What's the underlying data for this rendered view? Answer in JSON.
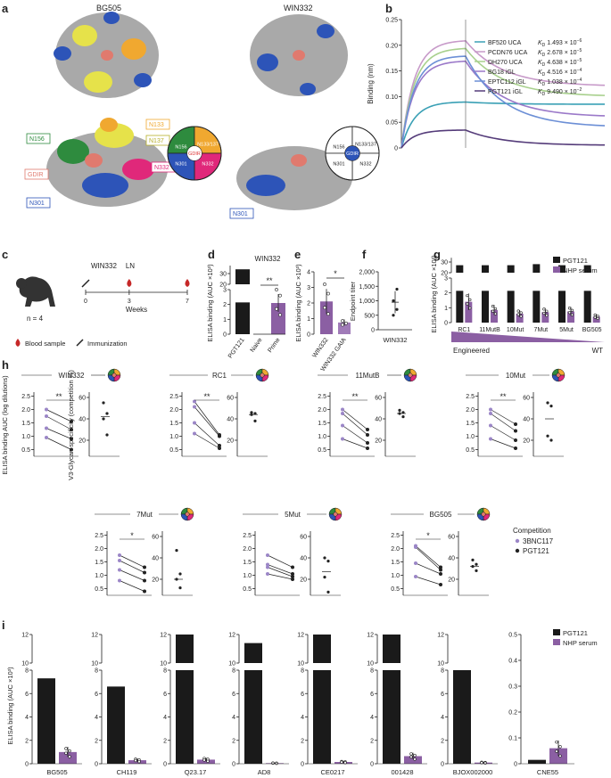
{
  "colors": {
    "black": "#1a1a1a",
    "purple": "#8b5fa3",
    "purple_light": "#a07bb8",
    "dot_light": "#9b86c7",
    "surface": "#a9a9a9",
    "n156_green": "#2e8b3e",
    "n137_yellow": "#e6e24a",
    "n133_orange": "#f0a830",
    "n332_pink": "#e0287a",
    "n301_blue": "#2d54b8",
    "gdir_red": "#e07a6e"
  },
  "panels": {
    "a": {
      "letter": "a",
      "left_title": "BG505",
      "right_title": "WIN332",
      "labels": [
        "N133",
        "N137",
        "N156",
        "N332",
        "GDIR",
        "N301"
      ],
      "right_labels": [
        "N301"
      ],
      "wheel_left": [
        "N156",
        "N133/137",
        "GDIR",
        "N301",
        "N332"
      ],
      "wheel_right": [
        "N156",
        "N133/137",
        "GDIR",
        "N301",
        "N332"
      ]
    },
    "b": {
      "letter": "b",
      "legend": [
        {
          "name": "BF520 UCA",
          "kd": "1.493 × 10",
          "exp": "−6",
          "color": "#3aa0b5"
        },
        {
          "name": "PCDN76 UCA",
          "kd": "2.678 × 10",
          "exp": "−5",
          "color": "#c79ac9"
        },
        {
          "name": "DH270 UCA",
          "kd": "4.638 × 10",
          "exp": "−5",
          "color": "#a8d08d"
        },
        {
          "name": "BG18 iGL",
          "kd": "4.516 × 10",
          "exp": "−4",
          "color": "#9b79c9"
        },
        {
          "name": "EPTC112 iGL",
          "kd": "1.038 × 10",
          "exp": "−4",
          "color": "#6c8fd6"
        },
        {
          "name": "PGT121 iGL",
          "kd": "9.490 × 10",
          "exp": "−2",
          "color": "#553c7a"
        }
      ],
      "kd_prefix": "K",
      "kd_sub": "D",
      "ylabel": "Binding (nm)",
      "yticks": [
        "0",
        "0.05",
        "0.10",
        "0.15",
        "0.20",
        "0.25"
      ]
    },
    "c": {
      "letter": "c",
      "n_label": "n = 4",
      "immunogen": "WIN332",
      "ln": "LN",
      "ticks": [
        "0",
        "3",
        "7"
      ],
      "xlabel": "Weeks",
      "legend_blood": "Blood sample",
      "legend_imm": "Immunization"
    },
    "d": {
      "letter": "d",
      "title": "WIN332",
      "ylabel": "ELISA binding (AUC ×10³)",
      "categories": [
        "PGT121",
        "Naive",
        "Prime"
      ],
      "sig": "**",
      "yticks": [
        "0",
        "1",
        "2",
        "3",
        "20",
        "30"
      ]
    },
    "e": {
      "letter": "e",
      "ylabel": "ELISA binding (AUC ×10³)",
      "categories": [
        "WIN332",
        "WIN332 GAIA"
      ],
      "sig": "*",
      "yticks": [
        "0",
        "1",
        "2",
        "3",
        "4"
      ]
    },
    "f": {
      "letter": "f",
      "ylabel": "Endpoint titer",
      "category": "WIN332",
      "yticks": [
        "0",
        "500",
        "1,000",
        "1,500",
        "2,000"
      ]
    },
    "g": {
      "letter": "g",
      "ylabel": "ELISA binding (AUC ×10³)",
      "categories": [
        "RC1",
        "11MutB",
        "10Mut",
        "7Mut",
        "5Mut",
        "BG505"
      ],
      "legend": [
        "PGT121",
        "NHP serum"
      ],
      "engineered": "Engineered",
      "wt": "WT",
      "yticks": [
        "0",
        "1",
        "2",
        "3",
        "20",
        "30"
      ]
    },
    "h": {
      "letter": "h",
      "ylabel_left": "ELISA binding AUC (log dilutions)",
      "ylabel_right": "V3-Glycan specificity (competition %)",
      "legend_title": "Competition",
      "legend": [
        "3BNC117",
        "PGT121"
      ],
      "left_yticks": [
        "0.5",
        "1.0",
        "1.5",
        "2.0",
        "2.5"
      ],
      "right_yticks": [
        "20",
        "40",
        "60"
      ]
    },
    "i": {
      "letter": "i",
      "ylabel": "ELISA binding (AUC ×10³)",
      "legend": [
        "PGT121",
        "NHP serum"
      ],
      "ticks_main": [
        "0",
        "2",
        "4",
        "6",
        "8",
        "10",
        "12"
      ],
      "ticks_last": [
        "0",
        "0.1",
        "0.2",
        "0.3",
        "0.4",
        "0.5"
      ]
    }
  },
  "chart_data": [
    {
      "id": "b",
      "type": "line",
      "ylabel": "Binding (nm)",
      "ylim": [
        0,
        0.25
      ],
      "series": [
        {
          "name": "BF520 UCA",
          "plateau": 0.09,
          "end": 0.085
        },
        {
          "name": "PCDN76 UCA",
          "plateau": 0.21,
          "end": 0.12
        },
        {
          "name": "DH270 UCA",
          "plateau": 0.195,
          "end": 0.1
        },
        {
          "name": "BG18 iGL",
          "plateau": 0.17,
          "end": 0.06
        },
        {
          "name": "EPTC112 iGL",
          "plateau": 0.18,
          "end": 0.04
        },
        {
          "name": "PGT121 iGL",
          "plateau": 0.035,
          "end": 0.005
        }
      ]
    },
    {
      "id": "d",
      "type": "bar",
      "title": "WIN332",
      "categories": [
        "PGT121",
        "Naive",
        "Prime"
      ],
      "values": [
        34,
        0,
        2.1
      ],
      "errors": [
        0,
        0,
        0.6
      ],
      "points": [
        [],
        [],
        [
          3.0,
          2.6,
          1.7,
          1.3
        ]
      ],
      "ylabel": "ELISA binding (AUC ×10³)"
    },
    {
      "id": "e",
      "type": "bar",
      "categories": [
        "WIN332",
        "WIN332 GAIA"
      ],
      "values": [
        2.1,
        0.75
      ],
      "errors": [
        0.8,
        0.2
      ],
      "points": [
        [
          3.2,
          2.6,
          1.7,
          1.3
        ],
        [
          0.85,
          0.7,
          0.6
        ]
      ],
      "ylim": [
        0,
        4
      ],
      "ylabel": "ELISA binding (AUC ×10³)"
    },
    {
      "id": "f",
      "type": "scatter",
      "categories": [
        "WIN332"
      ],
      "points": [
        1400,
        1000,
        700,
        500
      ],
      "mean": 950,
      "sd": 380,
      "ylim": [
        0,
        2000
      ],
      "ylabel": "Endpoint titer"
    },
    {
      "id": "g",
      "type": "bar",
      "categories": [
        "RC1",
        "11MutB",
        "10Mut",
        "7Mut",
        "5Mut",
        "BG505"
      ],
      "series": [
        {
          "name": "PGT121",
          "values": [
            27,
            27,
            27,
            28,
            27,
            27
          ]
        },
        {
          "name": "NHP serum",
          "values": [
            1.4,
            0.85,
            0.6,
            0.7,
            0.75,
            0.4
          ]
        }
      ],
      "ylabel": "ELISA binding (AUC ×10³)"
    },
    {
      "id": "h",
      "type": "scatter",
      "panels": [
        {
          "name": "WIN332",
          "sig": "**",
          "pre": [
            2.0,
            1.75,
            1.3,
            0.95
          ],
          "post": [
            1.55,
            1.25,
            0.9,
            0.5
          ],
          "spec": [
            55,
            45,
            40,
            25
          ],
          "spec_mean": 42
        },
        {
          "name": "RC1",
          "sig": "**",
          "pre": [
            2.3,
            2.1,
            1.5,
            1.1
          ],
          "post": [
            1.05,
            1.0,
            0.65,
            0.55
          ],
          "spec": [
            46,
            45,
            44,
            38
          ],
          "spec_mean": 44
        },
        {
          "name": "11MutB",
          "sig": "**",
          "pre": [
            2.0,
            1.85,
            1.4,
            0.9
          ],
          "post": [
            1.25,
            1.05,
            0.75,
            0.55
          ],
          "spec": [
            48,
            46,
            45,
            42
          ],
          "spec_mean": 45
        },
        {
          "name": "10Mut",
          "sig": "**",
          "pre": [
            2.0,
            1.85,
            1.4,
            0.9
          ],
          "post": [
            1.45,
            1.2,
            0.85,
            0.55
          ],
          "spec": [
            55,
            52,
            24,
            20
          ],
          "spec_mean": 40
        },
        {
          "name": "7Mut",
          "sig": "*",
          "pre": [
            1.75,
            1.55,
            1.2,
            0.8
          ],
          "post": [
            1.3,
            1.1,
            0.8,
            0.4
          ],
          "spec": [
            47,
            25,
            20,
            12
          ],
          "spec_mean": 20
        },
        {
          "name": "5Mut",
          "sig": "",
          "pre": [
            1.75,
            1.4,
            1.3,
            1.05
          ],
          "post": [
            1.3,
            1.05,
            0.95,
            0.85
          ],
          "spec": [
            40,
            37,
            22,
            8
          ],
          "spec_mean": 27
        },
        {
          "name": "BG505",
          "sig": "*",
          "pre": [
            2.1,
            2.05,
            1.45,
            0.95
          ],
          "post": [
            1.3,
            1.2,
            1.05,
            0.65
          ],
          "spec": [
            38,
            34,
            32,
            28
          ],
          "spec_mean": 32
        }
      ]
    },
    {
      "id": "i",
      "type": "bar",
      "categories": [
        "BG505",
        "CH119",
        "Q23.17",
        "AD8",
        "CE0217",
        "001428",
        "BJOX002000",
        "CNE55"
      ],
      "series": [
        {
          "name": "PGT121",
          "values": [
            7.3,
            6.6,
            12.0,
            11.4,
            12.0,
            12.0,
            9.0,
            0.015
          ]
        },
        {
          "name": "NHP serum",
          "values": [
            1.0,
            0.3,
            0.35,
            0.05,
            0.15,
            0.65,
            0.1,
            0.06
          ]
        }
      ],
      "ylabel": "ELISA binding (AUC ×10³)"
    }
  ]
}
